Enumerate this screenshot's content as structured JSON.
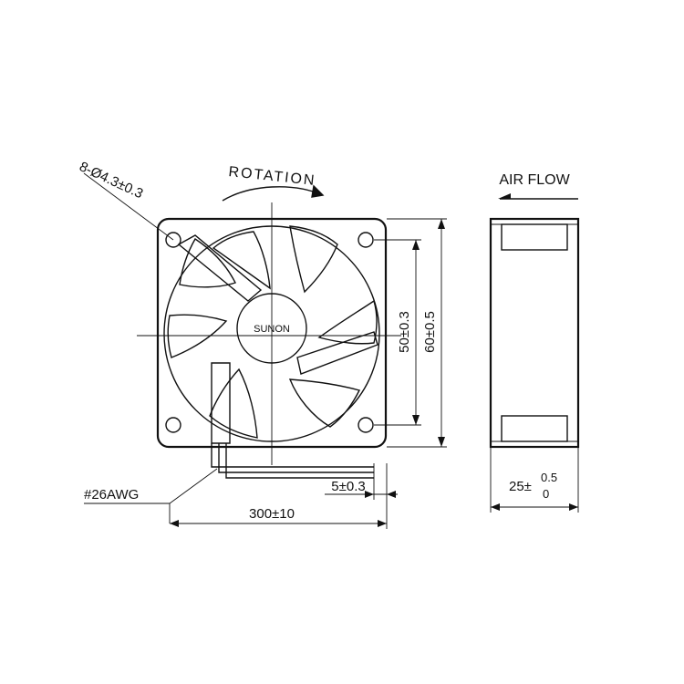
{
  "labels": {
    "hole_spec": "8-Ø4.3±0.3",
    "rotation": "ROTATION",
    "air_flow": "AIR FLOW",
    "brand": "SUNON",
    "hole_pitch": "50±0.3",
    "frame_size": "60±0.5",
    "wire_gauge": "#26AWG",
    "strip_length": "5±0.3",
    "lead_length": "300±10",
    "thickness_base": "25±",
    "thickness_plus": "0.5",
    "thickness_minus": "0"
  },
  "colors": {
    "line": "#111111",
    "background": "#ffffff"
  }
}
